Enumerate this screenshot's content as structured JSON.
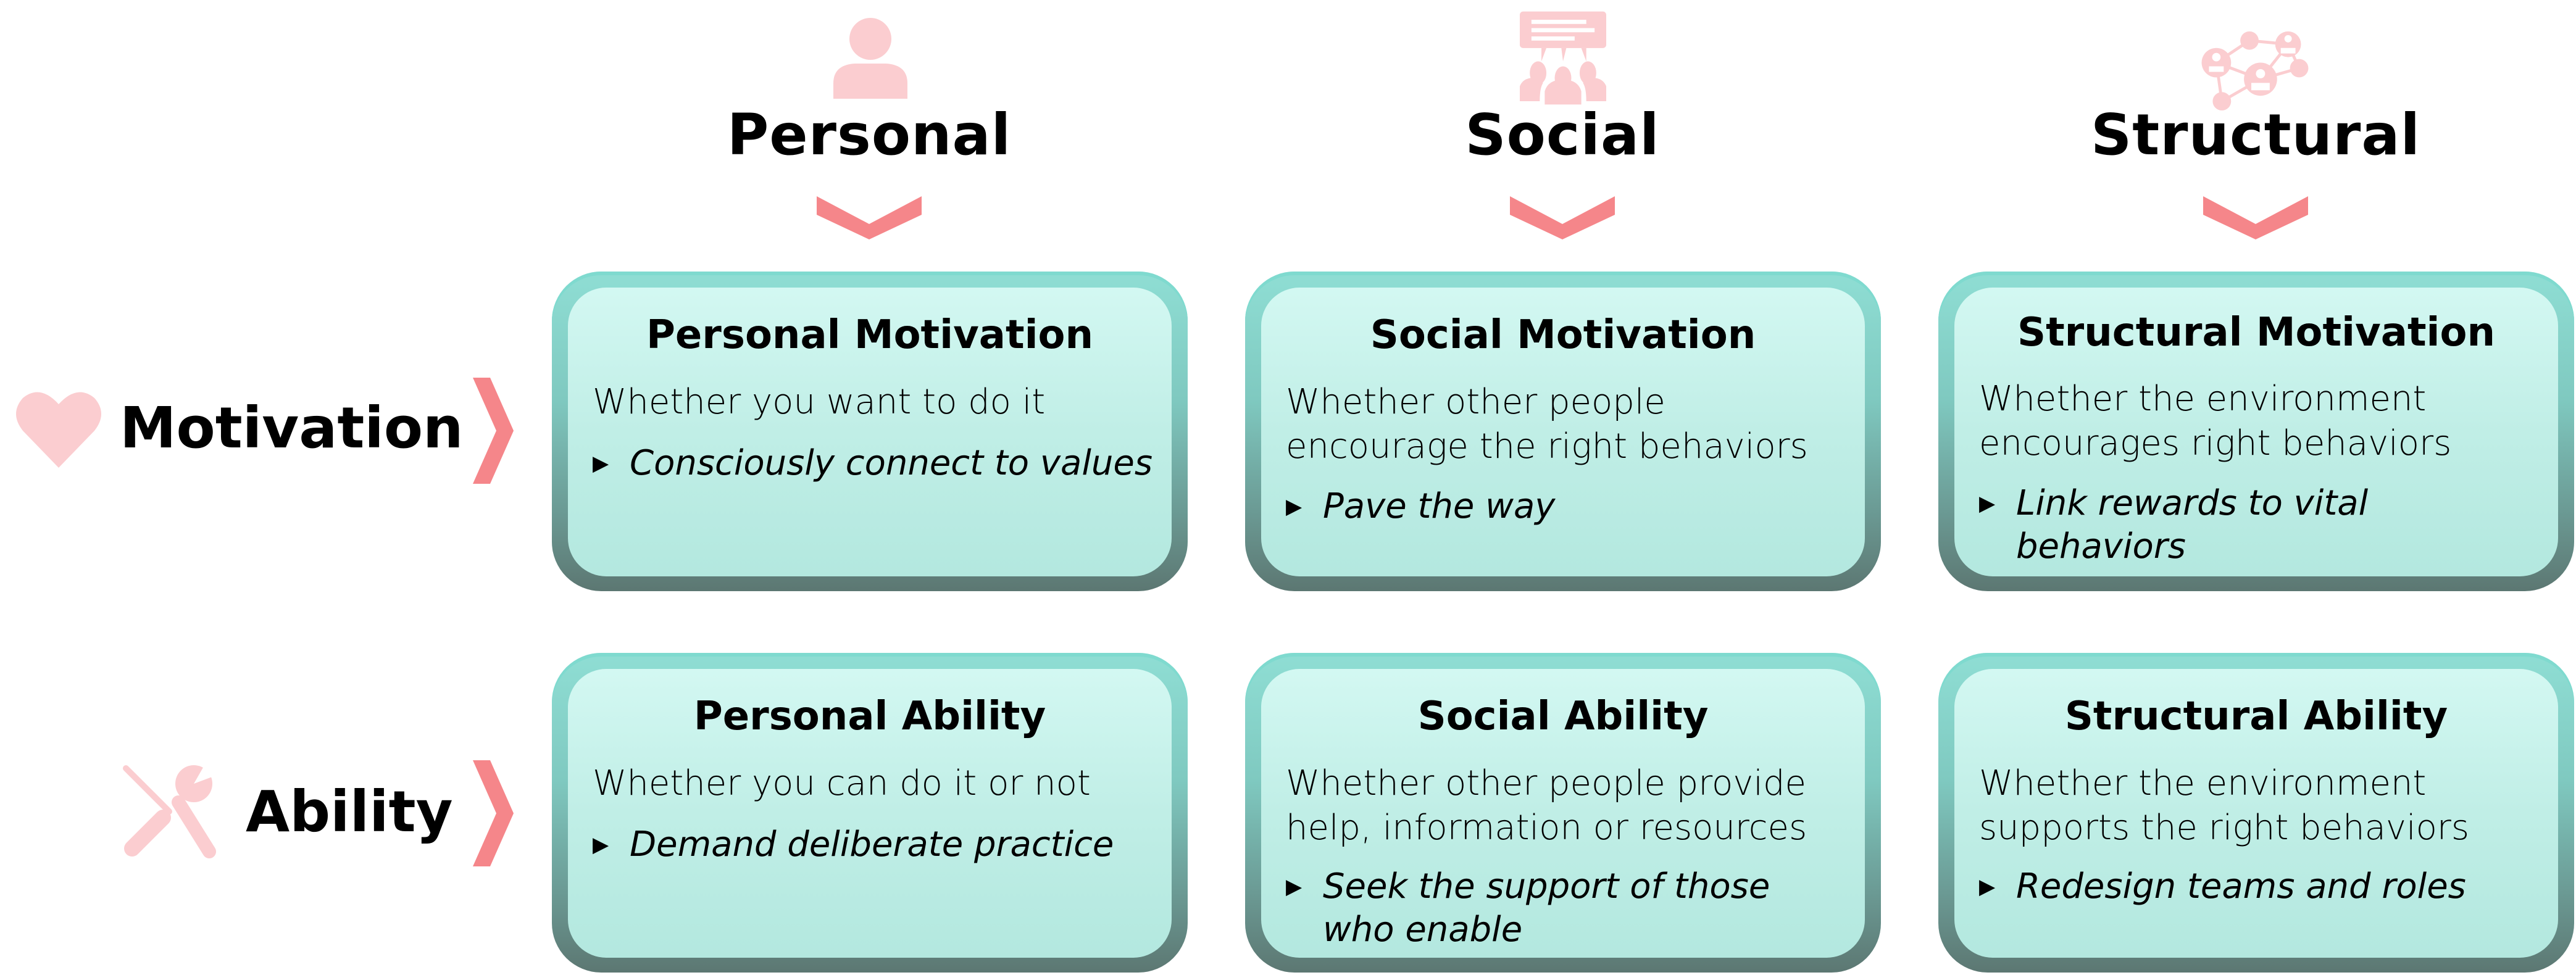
{
  "colors": {
    "accent": "#f5868a",
    "icon_pink": "#fbcdd0",
    "box_fill": "#c0eee6",
    "box_edge": "#5e7a76"
  },
  "columns": [
    {
      "label": "Personal",
      "icon": "person-icon"
    },
    {
      "label": "Social",
      "icon": "group-speech-icon"
    },
    {
      "label": "Structural",
      "icon": "network-icon"
    }
  ],
  "rows": [
    {
      "label": "Motivation",
      "icon": "heart-icon"
    },
    {
      "label": "Ability",
      "icon": "tools-icon"
    }
  ],
  "cells": [
    [
      {
        "title": "Personal Motivation",
        "desc": "Whether you want to do it",
        "action": "Consciously connect to values"
      },
      {
        "title": "Social Motivation",
        "desc": "Whether other people encourage the right behaviors",
        "action": "Pave the way"
      },
      {
        "title": "Structural Motivation",
        "desc": "Whether the environment encourages right behaviors",
        "action": "Link rewards to vital behaviors"
      }
    ],
    [
      {
        "title": "Personal Ability",
        "desc": "Whether you can do it or not",
        "action": "Demand deliberate practice"
      },
      {
        "title": "Social Ability",
        "desc": "Whether other people provide help, information or resources",
        "action": "Seek the support of those who enable"
      },
      {
        "title": "Structural Ability",
        "desc": "Whether the environment supports the right behaviors",
        "action": "Redesign teams and roles"
      }
    ]
  ],
  "bullet_glyph": "▶"
}
